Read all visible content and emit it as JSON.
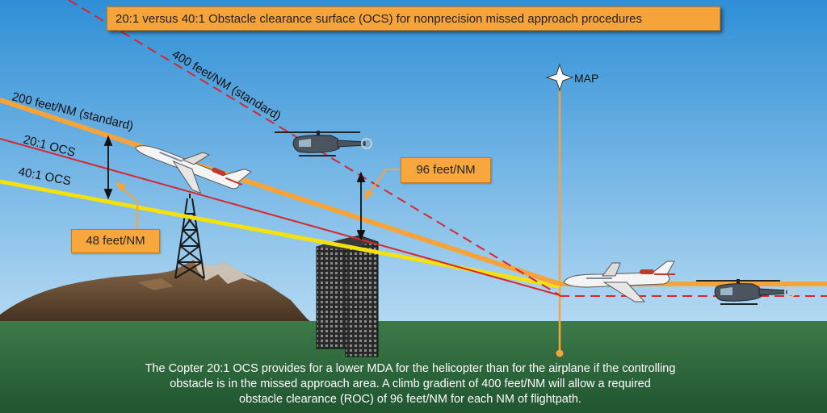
{
  "title": "20:1 versus 40:1 Obstacle clearance surface (OCS) for nonprecision missed approach procedures",
  "lines": {
    "line_400": "400 feet/NM (standard)",
    "line_200": "200 feet/NM (standard)",
    "ocs_20": "20:1 OCS",
    "ocs_40": "40:1 OCS"
  },
  "map_label": "MAP",
  "callouts": {
    "feet_48": "48 feet/NM",
    "feet_96": "96 feet/NM"
  },
  "caption": {
    "line1": "The Copter 20:1 OCS provides for a lower MDA for the helicopter than for the airplane if the controlling",
    "line2": "obstacle is in the missed approach area. A climb gradient  of 400 feet/NM will allow a required",
    "line3": "obstacle clearance (ROC) of 96 feet/NM for each NM of flightpath."
  },
  "colors": {
    "sky_top": "#2f8fd6",
    "sky_bottom": "#cfe6f6",
    "ground": "#2d6b3c",
    "orange": "#f6a43a",
    "red": "#d8262f",
    "yellow": "#f4e10e"
  }
}
